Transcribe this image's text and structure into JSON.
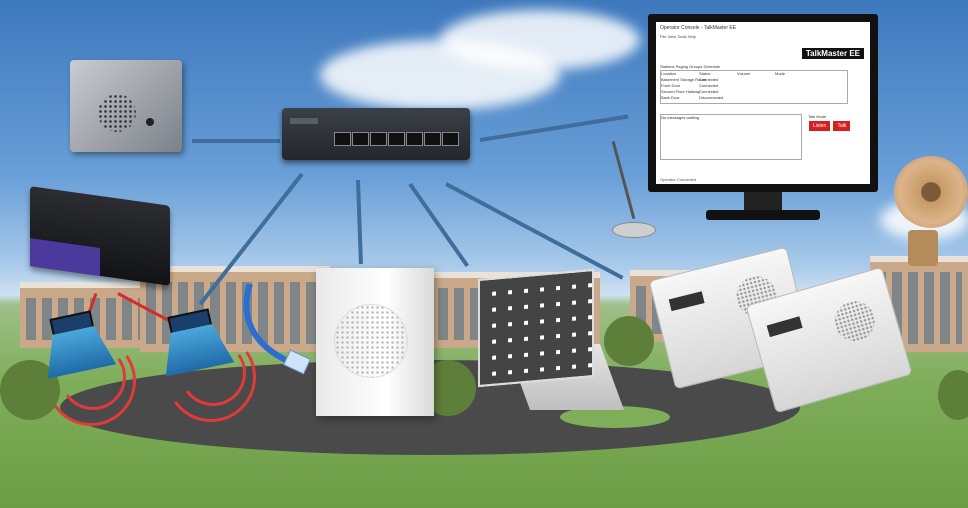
{
  "scene": {
    "monitor_screen": {
      "window_title": "Operator Console - TalkMaster EE",
      "menu": "File  View  Tools  Help",
      "logo": "TalkMaster EE",
      "tabs": "Stations  Paging Groups  Schedule",
      "table_headers": [
        "Location",
        "Status",
        "Volume",
        "Mode"
      ],
      "rows": [
        [
          "Basement Storage Room",
          "Connected",
          "",
          ""
        ],
        [
          "Front Door",
          "Connected",
          "",
          ""
        ],
        [
          "Second Floor Hallway",
          "Connected",
          "",
          ""
        ],
        [
          "Back Door",
          "Disconnected",
          "",
          ""
        ]
      ],
      "log_text": "No messages waiting",
      "side_label": "Talk Mode",
      "btn_listen": "Listen",
      "btn_talk": "Talk",
      "status_text": "Operator Connected"
    },
    "colors": {
      "cable": "#3f6d9c",
      "sky": "#3d78bd",
      "grass": "#7fae5a",
      "wave": "#e23a3a"
    },
    "icons": [
      "network-switch-icon",
      "call-box-icon",
      "router-icon",
      "horn-speaker-icon",
      "wall-speaker-icon",
      "ceiling-speaker-icon",
      "microphone-icon",
      "monitor-icon",
      "siren-icon",
      "intercom-station-icon",
      "ethernet-cable-icon"
    ]
  }
}
